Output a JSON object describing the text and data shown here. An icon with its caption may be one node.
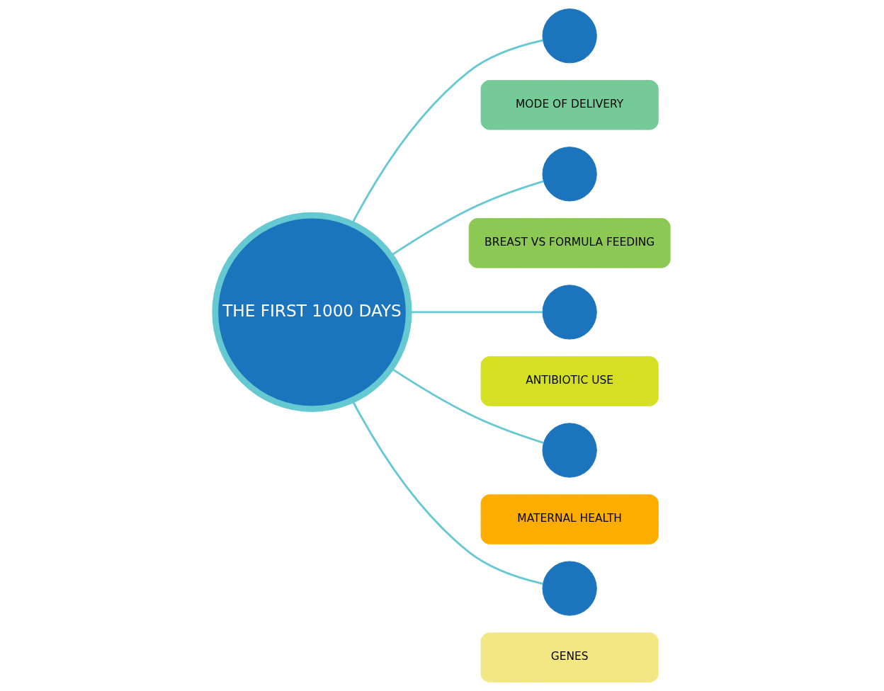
{
  "diagram": {
    "nodes": [
      {
        "text": [
          "THE FIRST 1000 DAYS"
        ]
      },
      {
        "text": [],
        "shape": "circle"
      },
      {
        "text": [
          "MODE OF DELIVERY"
        ]
      },
      {
        "text": [],
        "shape": "circle"
      },
      {
        "text": [
          "BREAST VS FORMULA FEEDING"
        ]
      },
      {
        "text": [],
        "shape": "circle"
      },
      {
        "text": [
          "ANTIBIOTIC USE"
        ]
      },
      {
        "text": [],
        "shape": "circle"
      },
      {
        "text": [
          "MATERNAL HEALTH"
        ]
      },
      {
        "text": [],
        "shape": "circle"
      },
      {
        "text": [
          "GENES"
        ]
      }
    ],
    "edges": [
      {
        "from": 0,
        "to": 1,
        "arrow": "none"
      },
      {
        "from": 0,
        "to": 3,
        "arrow": "none"
      },
      {
        "from": 0,
        "to": 5,
        "arrow": "none"
      },
      {
        "from": 0,
        "to": 7,
        "arrow": "none"
      },
      {
        "from": 0,
        "to": 9,
        "arrow": "none"
      }
    ]
  }
}
